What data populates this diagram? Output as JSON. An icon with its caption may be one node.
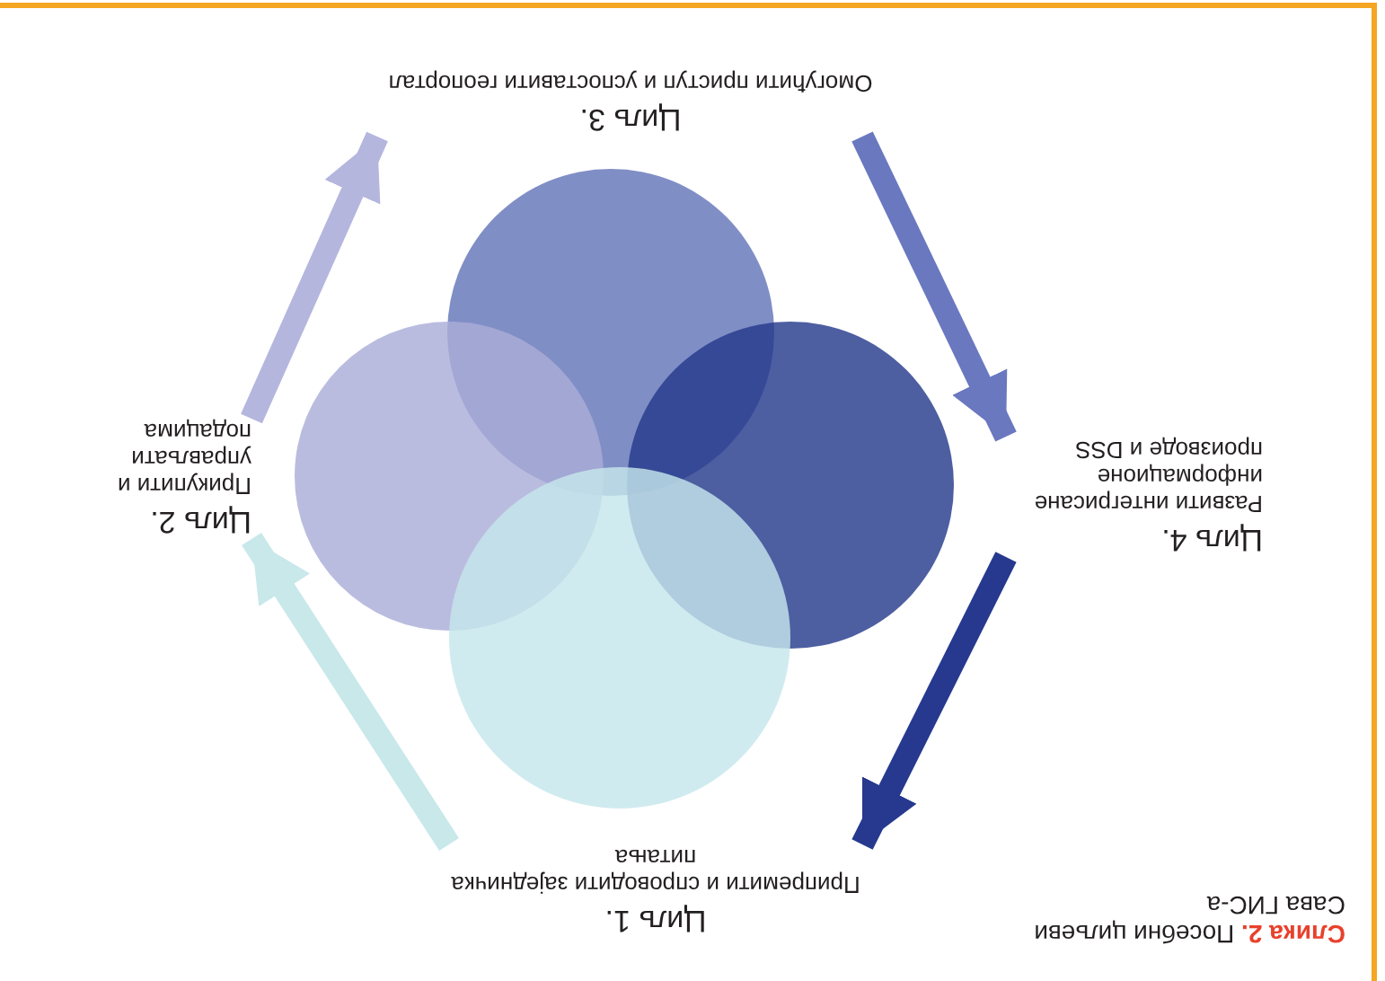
{
  "diagram": {
    "caption": "**Слика 2.** Посебни циљеви Сава ГИС-а",
    "nodes": [
      {
        "text": [
          "Циљ 1.",
          "Припремити и спроводити заједничка питања"
        ]
      },
      {
        "text": [
          "Циљ 2.",
          "Прикупити и управљати подацима"
        ]
      },
      {
        "text": [
          "Циљ 3.",
          "Омогућити приступ и успоставити геопортал"
        ]
      },
      {
        "text": [
          "Циљ 4.",
          "Развити интегрисане информационе производе и DSS"
        ]
      }
    ],
    "edges": [
      {
        "from": 0,
        "to": 1,
        "arrow": "to",
        "color": "#c8e8ea"
      },
      {
        "from": 1,
        "to": 2,
        "arrow": "to",
        "color": "#b4b6de"
      },
      {
        "from": 2,
        "to": 3,
        "arrow": "to",
        "color": "#6a78c0"
      },
      {
        "from": 3,
        "to": 0,
        "arrow": "to",
        "color": "#26398f"
      }
    ]
  }
}
